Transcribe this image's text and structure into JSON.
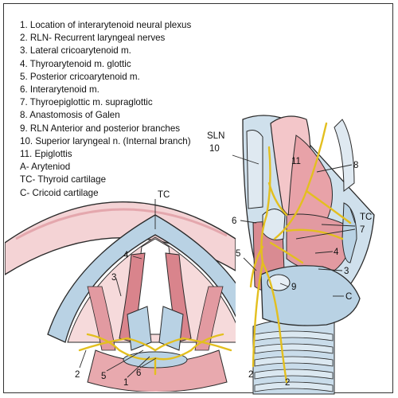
{
  "legend": [
    "1. Location of interarytenoid neural plexus",
    "2. RLN- Recurrent laryngeal nerves",
    "3. Lateral cricoarytenoid m.",
    "4. Thyroarytenoid m. glottic",
    "5. Posterior cricoarytenoid m.",
    "6. Interarytenoid m.",
    "7. Thyroepiglottic m. supraglottic",
    "8. Anastomosis of Galen",
    "9. RLN Anterior and posterior branches",
    "10. Superior laryngeal n. (Internal branch)",
    "11. Epiglottis",
    "A- Aryteniod",
    "TC- Thyroid cartilage",
    "C- Cricoid cartilage"
  ],
  "left_labels": {
    "tc": "TC",
    "n4": "4",
    "n3": "3",
    "n2": "2",
    "n5": "5",
    "n1": "1",
    "n6": "6"
  },
  "right_labels": {
    "sln": "SLN",
    "n10": "10",
    "n11": "11",
    "n8": "8",
    "tc": "TC",
    "n6": "6",
    "n7": "7",
    "n5": "5",
    "n4": "4",
    "n3": "3",
    "n9": "9",
    "c": "C",
    "n2a": "2",
    "n2b": "2"
  },
  "colors": {
    "nerve": "#e3bf1f",
    "muscle": "#d9848c",
    "cartilage": "#a9c6dc",
    "mucosa": "#f2c7c9",
    "outline": "#2a2a2a"
  }
}
